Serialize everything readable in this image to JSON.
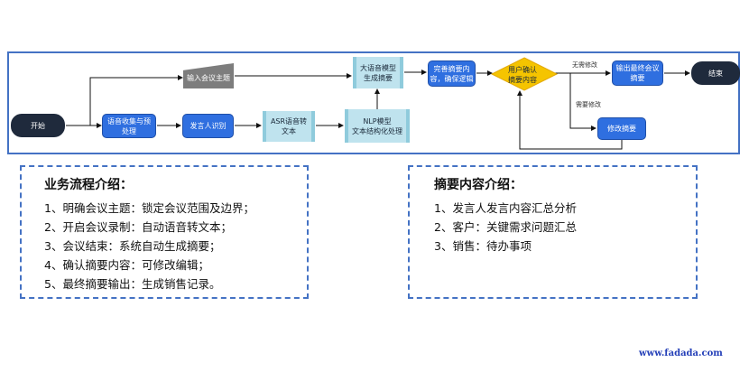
{
  "flow": {
    "start": "开始",
    "collect": "语音收集与预\n处理",
    "speaker": "发言人识别",
    "asr": "ASR语音转\n文本",
    "nlp": "NLP模型\n文本结构化处理",
    "input_topic": "输入会议主题",
    "llm": "大语音模型\n生成摘要",
    "refine": "完善摘要内\n容，确保逻辑",
    "confirm": "用户确认\n摘要内容",
    "no_edit": "无需修改",
    "output": "输出最终会议\n摘要",
    "end": "结束",
    "need_edit": "需要修改",
    "modify": "修改摘要"
  },
  "process_panel": {
    "title": "业务流程介绍：",
    "items": [
      "1、明确会议主题：锁定会议范围及边界；",
      "2、开启会议录制：自动语音转文本；",
      "3、会议结束：系统自动生成摘要；",
      "4、确认摘要内容：可修改编辑；",
      "5、最终摘要输出：生成销售记录。"
    ]
  },
  "summary_panel": {
    "title": "摘要内容介绍：",
    "items": [
      "1、发言人发言内容汇总分析",
      "2、客户：关键需求问题汇总",
      "3、销售：待办事项"
    ]
  },
  "watermark": "www.fadada.com",
  "colors": {
    "frame": "#4472c4",
    "dark_node": "#1f2a3c",
    "blue_node": "#2f6fe0",
    "light_node": "#bfe3ee",
    "diamond": "#f5c400",
    "input_node": "#7d7d7d"
  }
}
